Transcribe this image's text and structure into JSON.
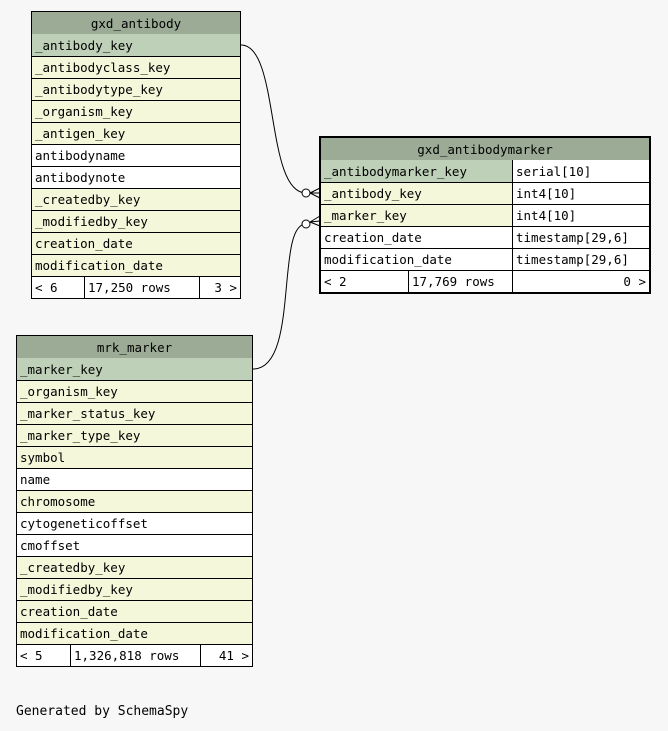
{
  "tables": {
    "gxd_antibody": {
      "name": "gxd_antibody",
      "columns": [
        {
          "name": "_antibody_key",
          "kind": "pk"
        },
        {
          "name": "_antibodyclass_key",
          "kind": "fk"
        },
        {
          "name": "_antibodytype_key",
          "kind": "fk"
        },
        {
          "name": "_organism_key",
          "kind": "fk"
        },
        {
          "name": "_antigen_key",
          "kind": "fk"
        },
        {
          "name": "antibodyname",
          "kind": "col"
        },
        {
          "name": "antibodynote",
          "kind": "col"
        },
        {
          "name": "_createdby_key",
          "kind": "fk"
        },
        {
          "name": "_modifiedby_key",
          "kind": "fk"
        },
        {
          "name": "creation_date",
          "kind": "fk"
        },
        {
          "name": "modification_date",
          "kind": "fk"
        }
      ],
      "footer": {
        "parents": "< 6",
        "rows": "17,250 rows",
        "children": "3 >"
      }
    },
    "gxd_antibodymarker": {
      "name": "gxd_antibodymarker",
      "columns": [
        {
          "name": "_antibodymarker_key",
          "type": "serial[10]",
          "kind": "pk"
        },
        {
          "name": "_antibody_key",
          "type": "int4[10]",
          "kind": "fk"
        },
        {
          "name": "_marker_key",
          "type": "int4[10]",
          "kind": "fk"
        },
        {
          "name": "creation_date",
          "type": "timestamp[29,6]",
          "kind": "col"
        },
        {
          "name": "modification_date",
          "type": "timestamp[29,6]",
          "kind": "col"
        }
      ],
      "footer": {
        "parents": "< 2",
        "rows": "17,769 rows",
        "children": "0 >"
      }
    },
    "mrk_marker": {
      "name": "mrk_marker",
      "columns": [
        {
          "name": "_marker_key",
          "kind": "pk"
        },
        {
          "name": "_organism_key",
          "kind": "fk"
        },
        {
          "name": "_marker_status_key",
          "kind": "fk"
        },
        {
          "name": "_marker_type_key",
          "kind": "fk"
        },
        {
          "name": "symbol",
          "kind": "fk"
        },
        {
          "name": "name",
          "kind": "col"
        },
        {
          "name": "chromosome",
          "kind": "fk"
        },
        {
          "name": "cytogeneticoffset",
          "kind": "col"
        },
        {
          "name": "cmoffset",
          "kind": "col"
        },
        {
          "name": "_createdby_key",
          "kind": "fk"
        },
        {
          "name": "_modifiedby_key",
          "kind": "fk"
        },
        {
          "name": "creation_date",
          "kind": "fk"
        },
        {
          "name": "modification_date",
          "kind": "fk"
        }
      ],
      "footer": {
        "parents": "< 5",
        "rows": "1,326,818 rows",
        "children": "41 >"
      }
    }
  },
  "generated_by": "Generated by SchemaSpy"
}
